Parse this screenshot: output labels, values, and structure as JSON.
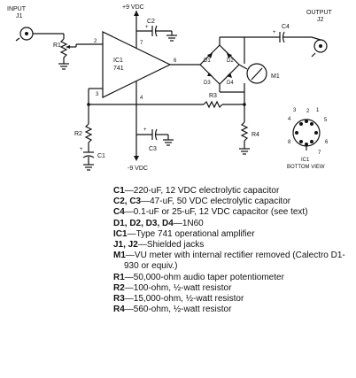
{
  "schematic": {
    "input_label": "INPUT",
    "input_ref": "J1",
    "output_label": "OUTPUT",
    "output_ref": "J2",
    "pot_ref": "R1",
    "ic_ref": "IC1",
    "ic_type": "741",
    "pin2": "2",
    "pin3": "3",
    "pin4": "4",
    "pin6": "6",
    "pin7": "7",
    "vplus": "+9 VDC",
    "vminus": "-9 VDC",
    "c1": "C1",
    "c2": "C2",
    "c3": "C3",
    "c4": "C4",
    "r2": "R2",
    "r3": "R3",
    "r4": "R4",
    "d1": "D1",
    "d2": "D2",
    "d3": "D3",
    "d4": "D4",
    "meter": "M1",
    "plus": "+",
    "bottom_ic": "IC1",
    "bottom_view": "BOTTOM VIEW",
    "pin_numbers": [
      "1",
      "2",
      "3",
      "4",
      "5",
      "6",
      "7",
      "8"
    ]
  },
  "parts_list": [
    {
      "ref": "C1",
      "desc": "—220-uF, 12 VDC electrolytic capacitor"
    },
    {
      "ref": "C2, C3",
      "desc": "—47-uF, 50 VDC electrolytic capacitor"
    },
    {
      "ref": "C4",
      "desc": "—0.1-uF or 25-uF, 12 VDC capacitor (see text)"
    },
    {
      "ref": "D1, D2, D3, D4",
      "desc": "—1N60"
    },
    {
      "ref": "IC1",
      "desc": "—Type 741 operational amplifier"
    },
    {
      "ref": "J1, J2",
      "desc": "—Shielded jacks"
    },
    {
      "ref": "M1",
      "desc": "—VU meter with internal rectifier removed (Calectro D1-930 or equiv.)"
    },
    {
      "ref": "R1",
      "desc": "—50,000-ohm audio taper potentiometer"
    },
    {
      "ref": "R2",
      "desc": "—100-ohm, ½-watt resistor"
    },
    {
      "ref": "R3",
      "desc": "—15,000-ohm, ½-watt resistor"
    },
    {
      "ref": "R4",
      "desc": "—560-ohm, ½-watt resistor"
    }
  ]
}
